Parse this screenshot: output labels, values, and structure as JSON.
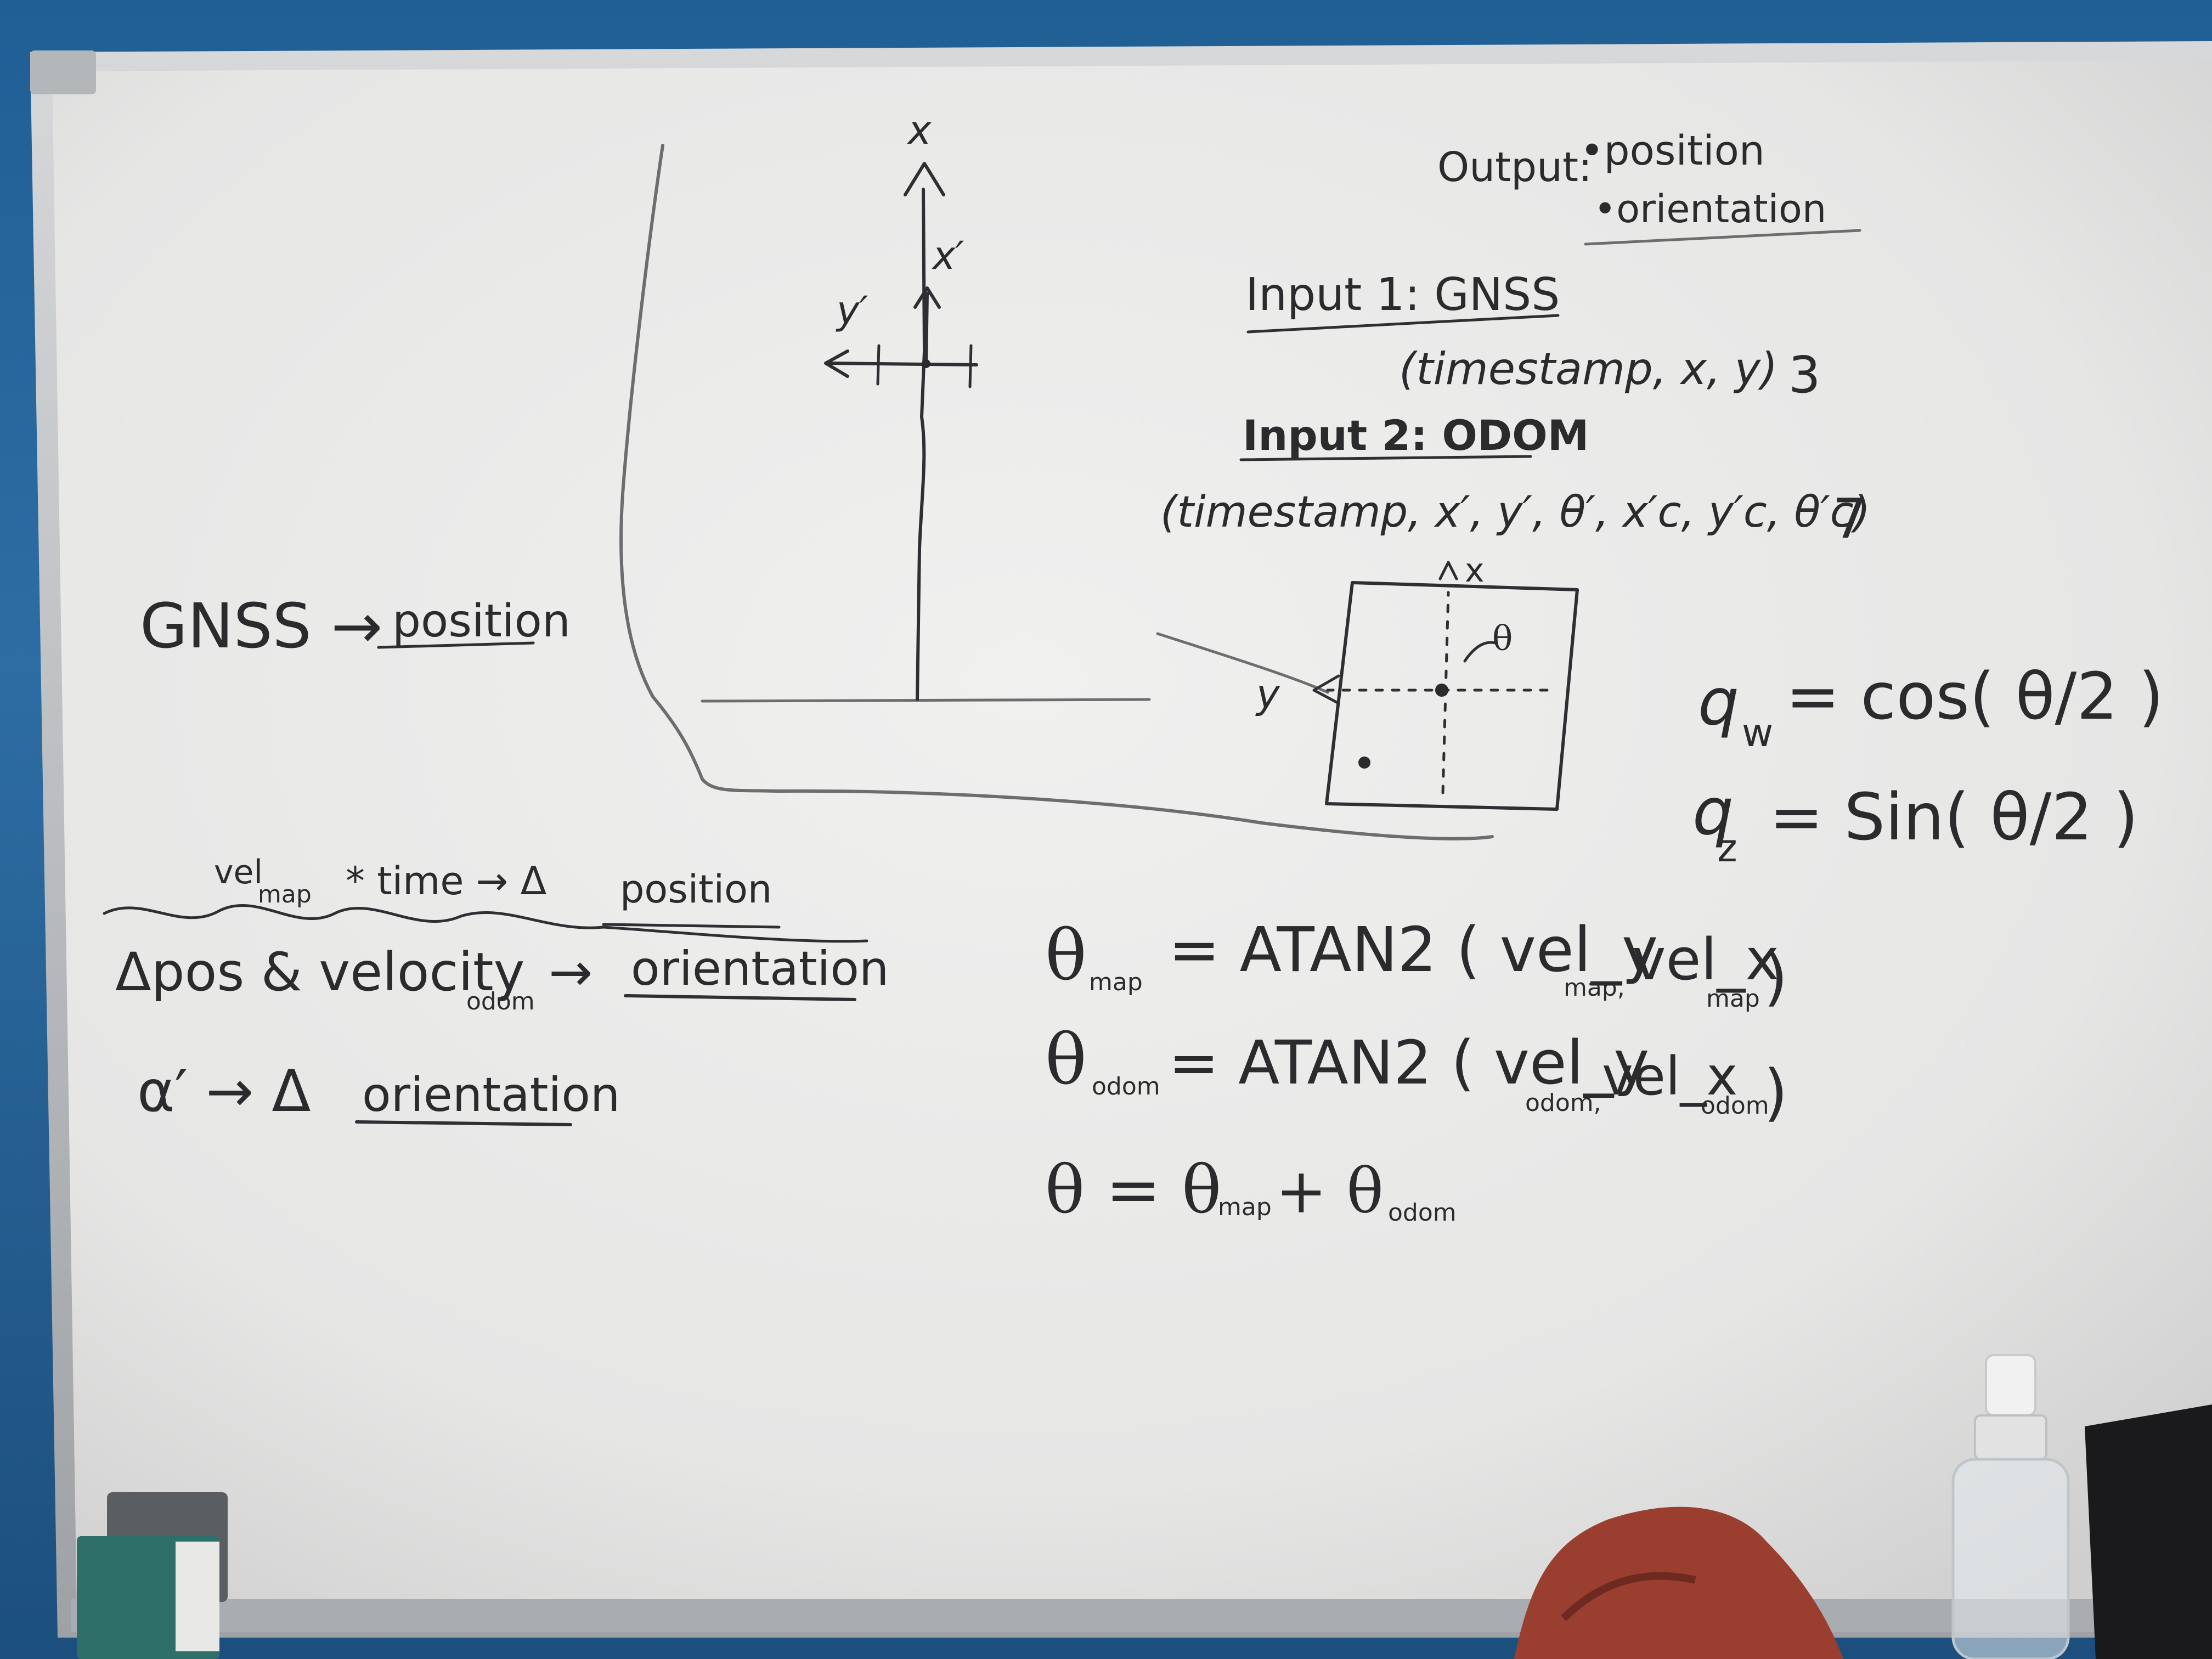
{
  "board": {
    "colors": {
      "wall": "#2d6da3",
      "surface": "#ebebea",
      "frame": "#bfc1c4",
      "ink": "#2b2b2e",
      "cloth": "#9a3f2f"
    }
  },
  "output": {
    "label": "Output:",
    "line1": "•position",
    "line2": "•orientation"
  },
  "input1": {
    "title": "Input 1: GNSS",
    "tuple": "(timestamp, x, y)",
    "count": "3"
  },
  "input2": {
    "title": "Input 2: ODOM",
    "tuple": "(timestamp, x′, y′, θ′, x′c, y′c, θ′c)",
    "count": "7"
  },
  "left_notes": {
    "gnss": "GNSS →",
    "position": "position",
    "vel_line": {
      "vel": "vel",
      "vel_sub": "map",
      "rest": "* time → Δ",
      "target": "position"
    },
    "delta_line": {
      "head": "Δpos & velocity",
      "sub": "odom",
      "arrow": "→",
      "target": "orientation"
    },
    "alpha_line": {
      "head": "α′ → Δ",
      "target": "orientation"
    }
  },
  "axes": {
    "x": "x",
    "x_prime": "x′",
    "y_prime": "y′",
    "box_x": "x",
    "box_y": "y",
    "theta": "θ"
  },
  "quaternion": {
    "qw": "q",
    "qw_sub": "w",
    "qw_rhs": "= cos( θ/2 )",
    "qz": "q",
    "qz_sub": "z",
    "qz_rhs": "= Sin( θ/2 )"
  },
  "equations": {
    "map": {
      "lhs": "θ",
      "lhs_sub": "map",
      "rhs": "= ATAN2 ( vel_y",
      "s1": "map,",
      "mid": "vel_x",
      "s2": "map",
      "close": ")"
    },
    "odom": {
      "lhs": "θ",
      "lhs_sub": "odom",
      "rhs": "= ATAN2 ( vel_y",
      "s1": "odom,",
      "mid": "vel_x",
      "s2": "odom",
      "close": ")"
    },
    "total": {
      "lhs": "θ = θ",
      "s1": "map",
      "plus": "+ θ",
      "s2": "odom"
    }
  }
}
